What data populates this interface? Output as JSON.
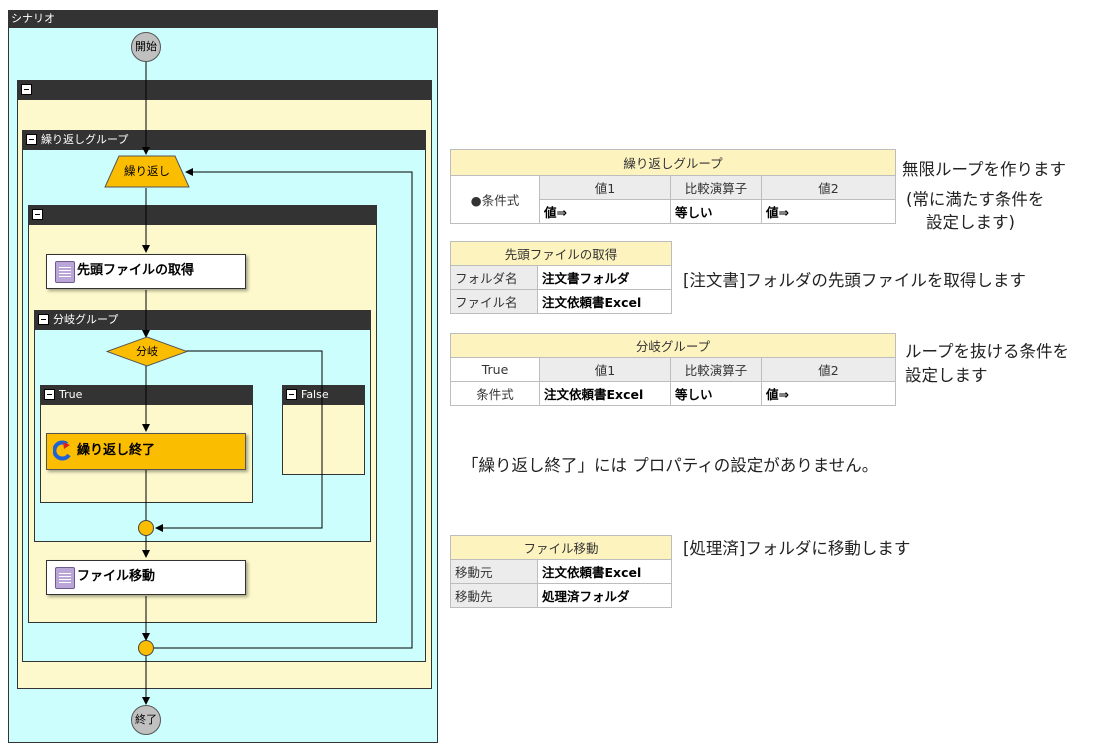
{
  "scenario": {
    "title": "シナリオ"
  },
  "flow": {
    "start": "開始",
    "end": "終了",
    "loop_group": "繰り返しグループ",
    "loop_node": "繰り返し",
    "step_get_file": "先頭ファイルの取得",
    "branch_group": "分岐グループ",
    "branch_node": "分岐",
    "true_label": "True",
    "false_label": "False",
    "loop_end": "繰り返し終了",
    "step_move_file": "ファイル移動"
  },
  "tables": {
    "loop": {
      "title": "繰り返しグループ",
      "row_label": "●条件式",
      "col1": "値1",
      "col2": "比較演算子",
      "col3": "値2",
      "v1": "値⇒",
      "v2": "等しい",
      "v3": "値⇒"
    },
    "get_file": {
      "title": "先頭ファイルの取得",
      "label1": "フォルダ名",
      "value1": "注文書フォルダ",
      "label2": "ファイル名",
      "value2": "注文依頼書Excel"
    },
    "branch": {
      "title": "分岐グループ",
      "true_label": "True",
      "col1": "値1",
      "col2": "比較演算子",
      "col3": "値2",
      "row_label": "条件式",
      "v1": "注文依頼書Excel",
      "v2": "等しい",
      "v3": "値⇒"
    },
    "move_file": {
      "title": "ファイル移動",
      "label1": "移動元",
      "value1": "注文依頼書Excel",
      "label2": "移動先",
      "value2": "処理済フォルダ"
    }
  },
  "notes": {
    "loop_line1": "無限ループを作ります",
    "loop_line2": "(常に満たす条件を",
    "loop_line3": "設定します)",
    "get_file": "[注文書]フォルダの先頭ファイルを取得します",
    "branch_line1": "ループを抜ける条件を",
    "branch_line2": "設定します",
    "loop_end": "「繰り返し終了」には プロパティの設定がありません。",
    "move_file": "[処理済]フォルダに移動します"
  },
  "colors": {
    "yellow_bg": "#fdf9cc",
    "cyan_bg": "#ccfefe",
    "header_dark": "#333333",
    "node_orange": "#fbbd00",
    "table_header_yellow": "#fdf3bf"
  }
}
